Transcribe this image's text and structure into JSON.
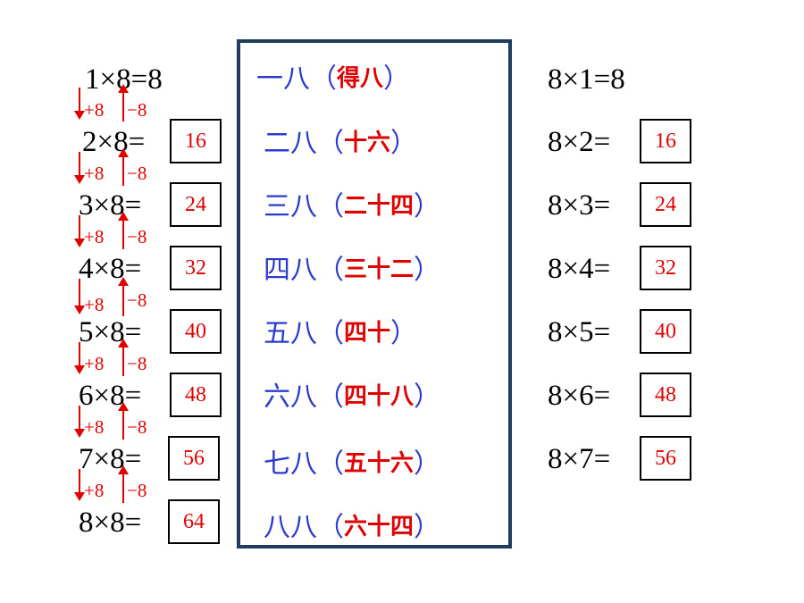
{
  "left": [
    {
      "expr": "1×8=8",
      "answer": ""
    },
    {
      "expr": "2×8=",
      "answer": "16"
    },
    {
      "expr": "3×8=",
      "answer": "24"
    },
    {
      "expr": "4×8=",
      "answer": "32"
    },
    {
      "expr": "5×8=",
      "answer": "40"
    },
    {
      "expr": "6×8=",
      "answer": "48"
    },
    {
      "expr": "7×8=",
      "answer": "56"
    },
    {
      "expr": "8×8=",
      "answer": "64"
    }
  ],
  "steps": {
    "plus": "+8",
    "minus": "−8"
  },
  "rhymes": [
    {
      "head": "一八",
      "open": "（",
      "value": "得八",
      "close": "）"
    },
    {
      "head": "二八",
      "open": "（",
      "value": "十六",
      "close": "）"
    },
    {
      "head": "三八",
      "open": "（",
      "value": "二十四",
      "close": "）"
    },
    {
      "head": "四八",
      "open": "（",
      "value": "三十二",
      "close": "）"
    },
    {
      "head": "五八",
      "open": "（",
      "value": "四十",
      "close": "）"
    },
    {
      "head": "六八",
      "open": "（",
      "value": "四十八",
      "close": "）"
    },
    {
      "head": "七八",
      "open": "（",
      "value": "五十六",
      "close": "）"
    },
    {
      "head": "八八",
      "open": "（",
      "value": "六十四",
      "close": "）"
    }
  ],
  "right": [
    {
      "expr": "8×1=8",
      "answer": ""
    },
    {
      "expr": "8×2=",
      "answer": "16"
    },
    {
      "expr": "8×3=",
      "answer": "24"
    },
    {
      "expr": "8×4=",
      "answer": "32"
    },
    {
      "expr": "8×5=",
      "answer": "40"
    },
    {
      "expr": "8×6=",
      "answer": "48"
    },
    {
      "expr": "8×7=",
      "answer": "56"
    }
  ]
}
